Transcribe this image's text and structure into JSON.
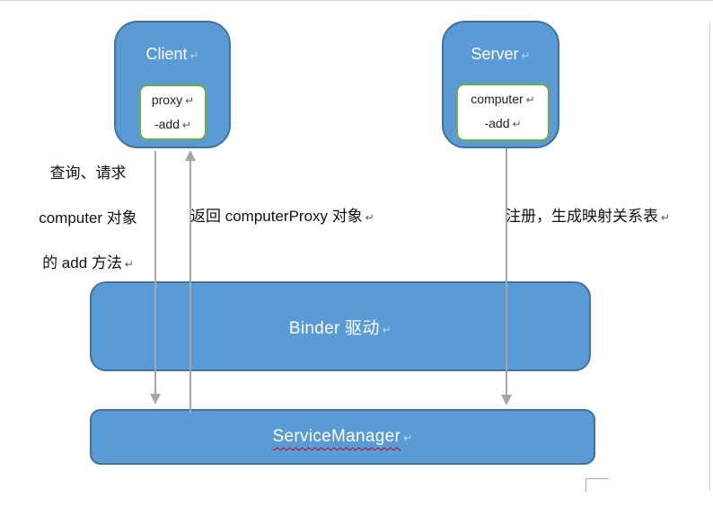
{
  "nodes": {
    "client": {
      "title": "Client",
      "box_lines": [
        "proxy",
        "-add"
      ]
    },
    "server": {
      "title": "Server",
      "box_lines": [
        "computer",
        "-add"
      ]
    },
    "binder_driver": {
      "title": "Binder 驱动"
    },
    "service_manager": {
      "title": "ServiceManager"
    }
  },
  "labels": {
    "left_lines": [
      "查询、请求",
      "computer 对象",
      "的 add 方法"
    ],
    "middle": "返回 computerProxy 对象",
    "right": "注册，生成映射关系表"
  },
  "marks": {
    "return": "↵"
  },
  "colors": {
    "node_fill": "#5b9bd5",
    "node_border": "#3f729e",
    "inner_box_border": "#70ad47",
    "arrow": "#a6a6a6",
    "spellcheck_underline": "#c00000",
    "page_edge": "#d2d2d2"
  }
}
